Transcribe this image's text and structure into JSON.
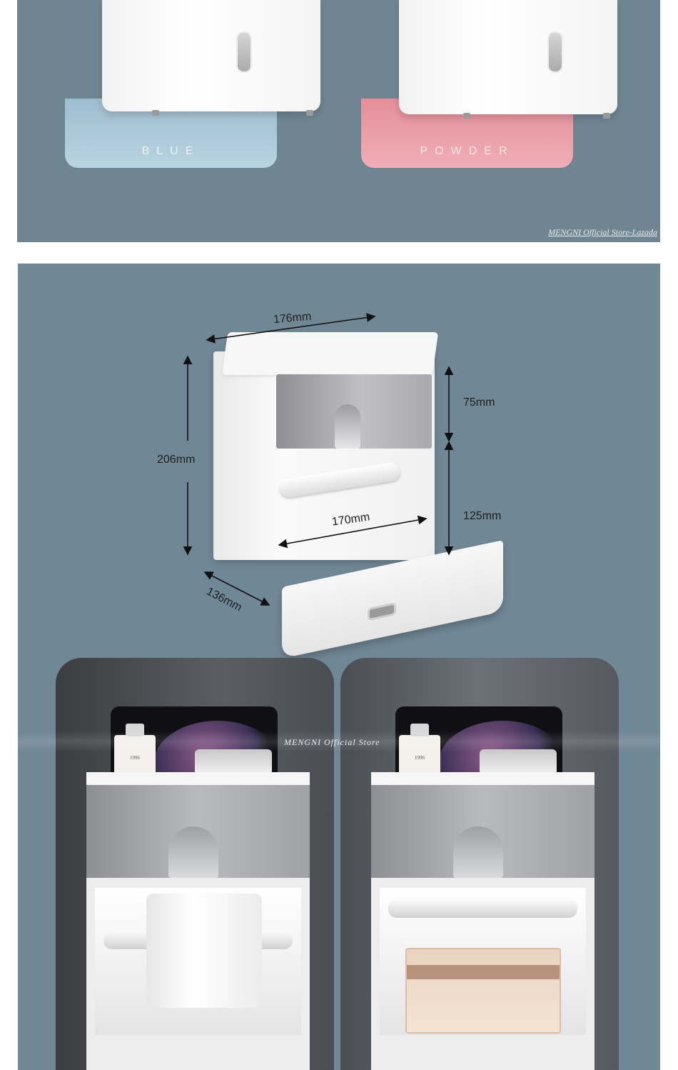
{
  "colors_panel": {
    "options": [
      {
        "label": "BLUE",
        "color": "#b2cddd"
      },
      {
        "label": "POWDER",
        "color": "#eba3ad"
      }
    ],
    "watermark": "MENGNI Official Store-Lazada",
    "background": "#6f8592"
  },
  "dimensions_panel": {
    "background": "#708795",
    "measurements": {
      "width": "176mm",
      "height": "206mm",
      "drawer_height": "75mm",
      "lower_height": "125mm",
      "inner_width": "170mm",
      "depth": "136mm"
    },
    "photo_watermark": "MENGNI Official Store",
    "bottle_label": "1996"
  }
}
